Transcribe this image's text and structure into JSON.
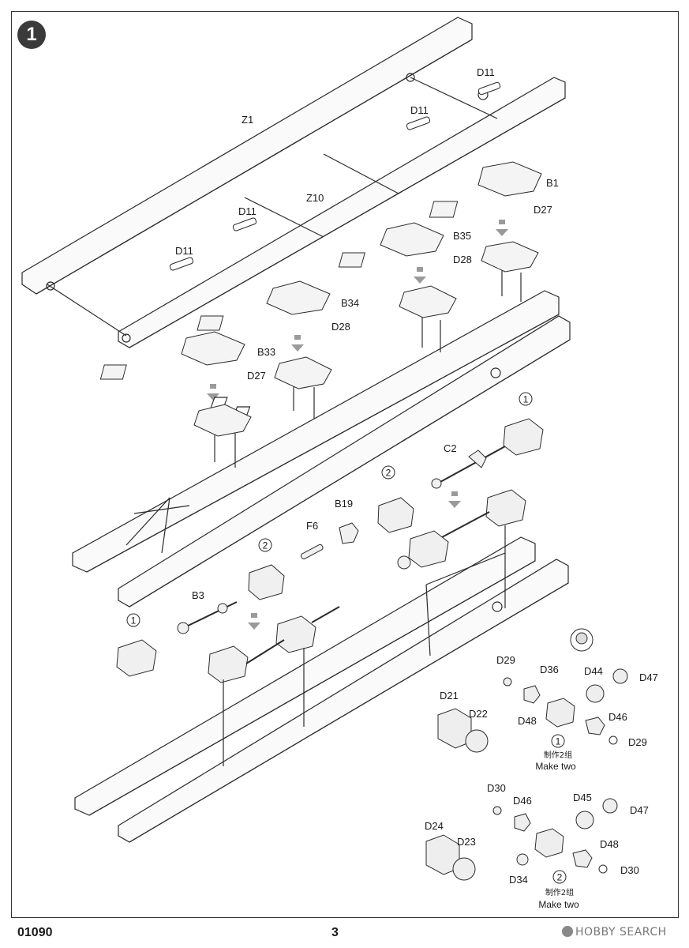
{
  "step_number": "1",
  "footer": {
    "kit_code": "01090",
    "page_number": "3"
  },
  "watermark": "HOBBY SEARCH",
  "colors": {
    "line": "#2b2b2b",
    "arrow": "#9a9a9a",
    "badge": "#3a3a3a"
  },
  "part_labels": {
    "z1": "Z1",
    "z10": "Z10",
    "d11_a": "D11",
    "d11_b": "D11",
    "d11_c": "D11",
    "d11_d": "D11",
    "b1": "B1",
    "d27_a": "D27",
    "b35": "B35",
    "d28_a": "D28",
    "b34": "B34",
    "d28_b": "D28",
    "b33": "B33",
    "d27_b": "D27",
    "c2": "C2",
    "b19": "B19",
    "f6": "F6",
    "b3": "B3",
    "d29_a": "D29",
    "d36": "D36",
    "d44": "D44",
    "d47_a": "D47",
    "d48_a": "D48",
    "d46_a": "D46",
    "d29_b": "D29",
    "d21": "D21",
    "d22": "D22",
    "d30_a": "D30",
    "d46_b": "D46",
    "d45": "D45",
    "d47_b": "D47",
    "d48_b": "D48",
    "d30_b": "D30",
    "d34": "D34",
    "d24": "D24",
    "d23": "D23"
  },
  "callouts": {
    "c1_top": "1",
    "c2_mid": "2",
    "c2_left": "2",
    "c1_left": "1",
    "sub1_num": "1",
    "sub1_cn": "制作2组",
    "sub1_en": "Make two",
    "sub2_num": "2",
    "sub2_cn": "制作2组",
    "sub2_en": "Make two"
  }
}
